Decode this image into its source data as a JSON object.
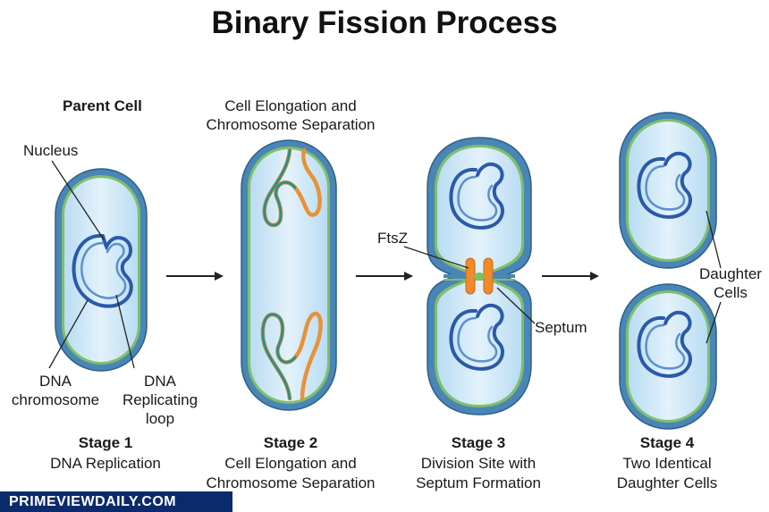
{
  "title": "Binary Fission Process",
  "labels": {
    "parent_cell": "Parent Cell",
    "nucleus": "Nucleus",
    "dna_chromosome": "DNA\nchromosome",
    "dna_replicating_loop": "DNA\nReplicating\nloop",
    "elongation_top": "Cell Elongation and\nChromosome Separation",
    "ftsz": "FtsZ",
    "septum": "Septum",
    "daughter_cells": "Daughter\nCells"
  },
  "stages": [
    {
      "number": "Stage 1",
      "description": "DNA Replication"
    },
    {
      "number": "Stage 2",
      "description": "Cell Elongation and\nChromosome Separation"
    },
    {
      "number": "Stage 3",
      "description": "Division Site with\nSeptum Formation"
    },
    {
      "number": "Stage 4",
      "description": "Two Identical\nDaughter Cells"
    }
  ],
  "watermark": "PRIMEVIEWDAILY.COM",
  "colors": {
    "cell_wall": "#4a86b5",
    "membrane": "#7fbf6a",
    "cytoplasm": "#cfe7f6",
    "dna": "#2a5aa8",
    "replicating_strand": "#e8913a",
    "ftsz_ring": "#f08a2a",
    "arrow": "#222222"
  }
}
